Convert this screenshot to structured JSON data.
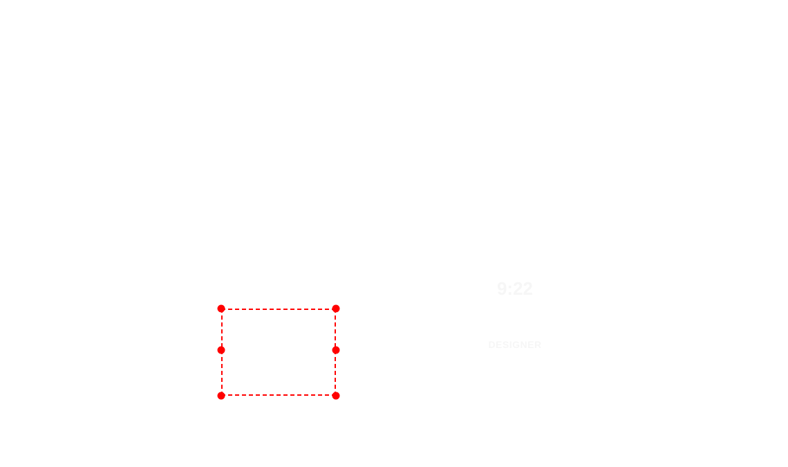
{
  "background_text": {
    "clock": "9:22",
    "label": "DESIGNER"
  },
  "selection": {
    "color": "#ff0000",
    "handles": [
      "top-left",
      "top-right",
      "middle-left",
      "middle-right",
      "bottom-left",
      "bottom-right"
    ]
  }
}
